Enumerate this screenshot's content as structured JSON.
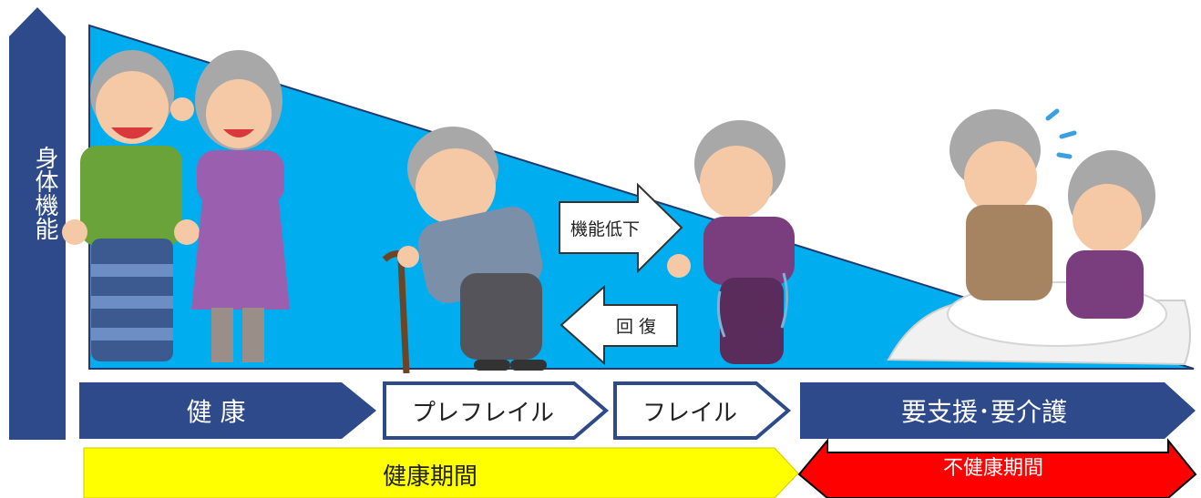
{
  "y_axis_label": "身体機能",
  "stages": {
    "healthy": "健 康",
    "prefrail": "プレフレイル",
    "frail": "フレイル",
    "care": "要支援･要介護"
  },
  "transitions": {
    "decline": "機能低下",
    "recovery": "回 復"
  },
  "periods": {
    "healthy_period": "健康期間",
    "unhealthy_period": "不健康期間"
  },
  "colors": {
    "navy": "#2e4a8a",
    "sky": "#00aeef",
    "yellow": "#ffff00",
    "red": "#ff0000"
  },
  "illustrations": [
    "elderly-couple-happy",
    "elderly-man-with-cane",
    "elderly-woman-unsteady",
    "elderly-caregiver-couple-in-bed"
  ]
}
